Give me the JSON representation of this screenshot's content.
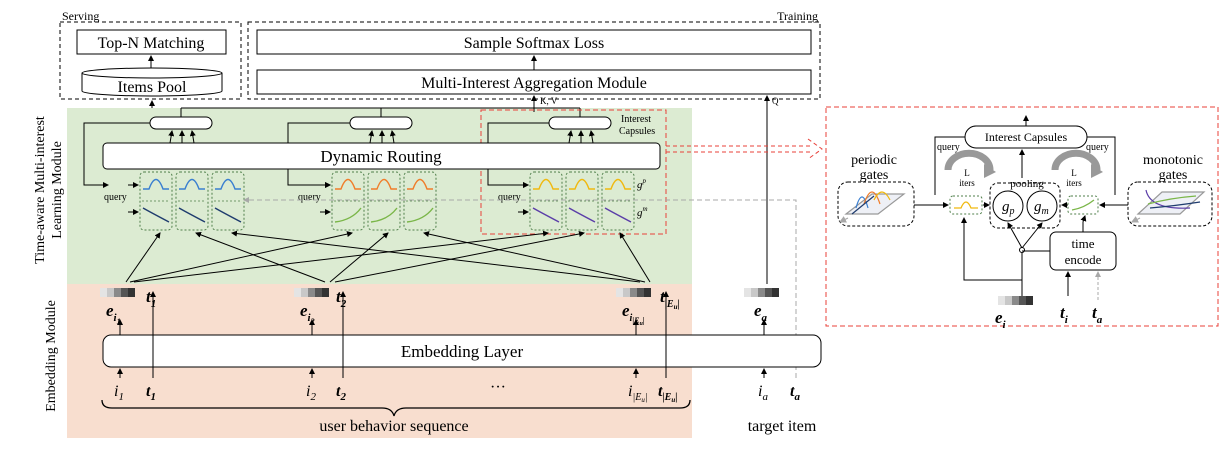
{
  "sections": {
    "serving": "Serving",
    "training": "Training",
    "time_aware": "Time-aware Multi-interest",
    "learning_module": "Learning Module",
    "embedding_module": "Embedding Module"
  },
  "blocks": {
    "top_n": "Top-N Matching",
    "items_pool": "Items Pool",
    "softmax": "Sample Softmax Loss",
    "aggregation": "Multi-Interest Aggregation Module",
    "dynamic_routing": "Dynamic Routing",
    "embedding_layer": "Embedding Layer",
    "interest_capsules_line1": "Interest",
    "interest_capsules_line2": "Capsules",
    "kv": "K, V",
    "q": "Q",
    "query": "query",
    "gp": "g",
    "gp_sup": "p",
    "gm": "g",
    "gm_sup": "m"
  },
  "inputs": {
    "i": "i",
    "t": "t",
    "sub1": "1",
    "sub2": "2",
    "subE": "|E",
    "subEu": "u",
    "subEend": "|",
    "ellipsis": "···",
    "a": "a",
    "e": "e",
    "user_behavior_sequence": "user behavior sequence",
    "target_item": "target item"
  },
  "detail": {
    "interest_capsules": "Interest Capsules",
    "periodic": "periodic",
    "gates": "gates",
    "monotonic": "monotonic",
    "query": "query",
    "L": "L",
    "iters": "iters",
    "pooling": "pooling",
    "gp": "g",
    "gp_sub": "p",
    "gm": "g",
    "gm_sub": "m",
    "time": "time",
    "encode": "encode",
    "e": "e",
    "sub_i": "i",
    "t": "t",
    "sub_a": "a"
  },
  "colors": {
    "green_bg": "#dcebd2",
    "salmon_bg": "#f8decf",
    "red_dash": "#e8403a",
    "blue_curve": "#3a7fd0",
    "orange_curve": "#f07d2a",
    "yellow_curve": "#f0b90f",
    "navy_curve": "#1f3c6e",
    "green_curve": "#7ab648",
    "purple_curve": "#5b3ea8",
    "grey_arrow": "#a8a8a8",
    "gate_dash": "#4f7f4a"
  }
}
